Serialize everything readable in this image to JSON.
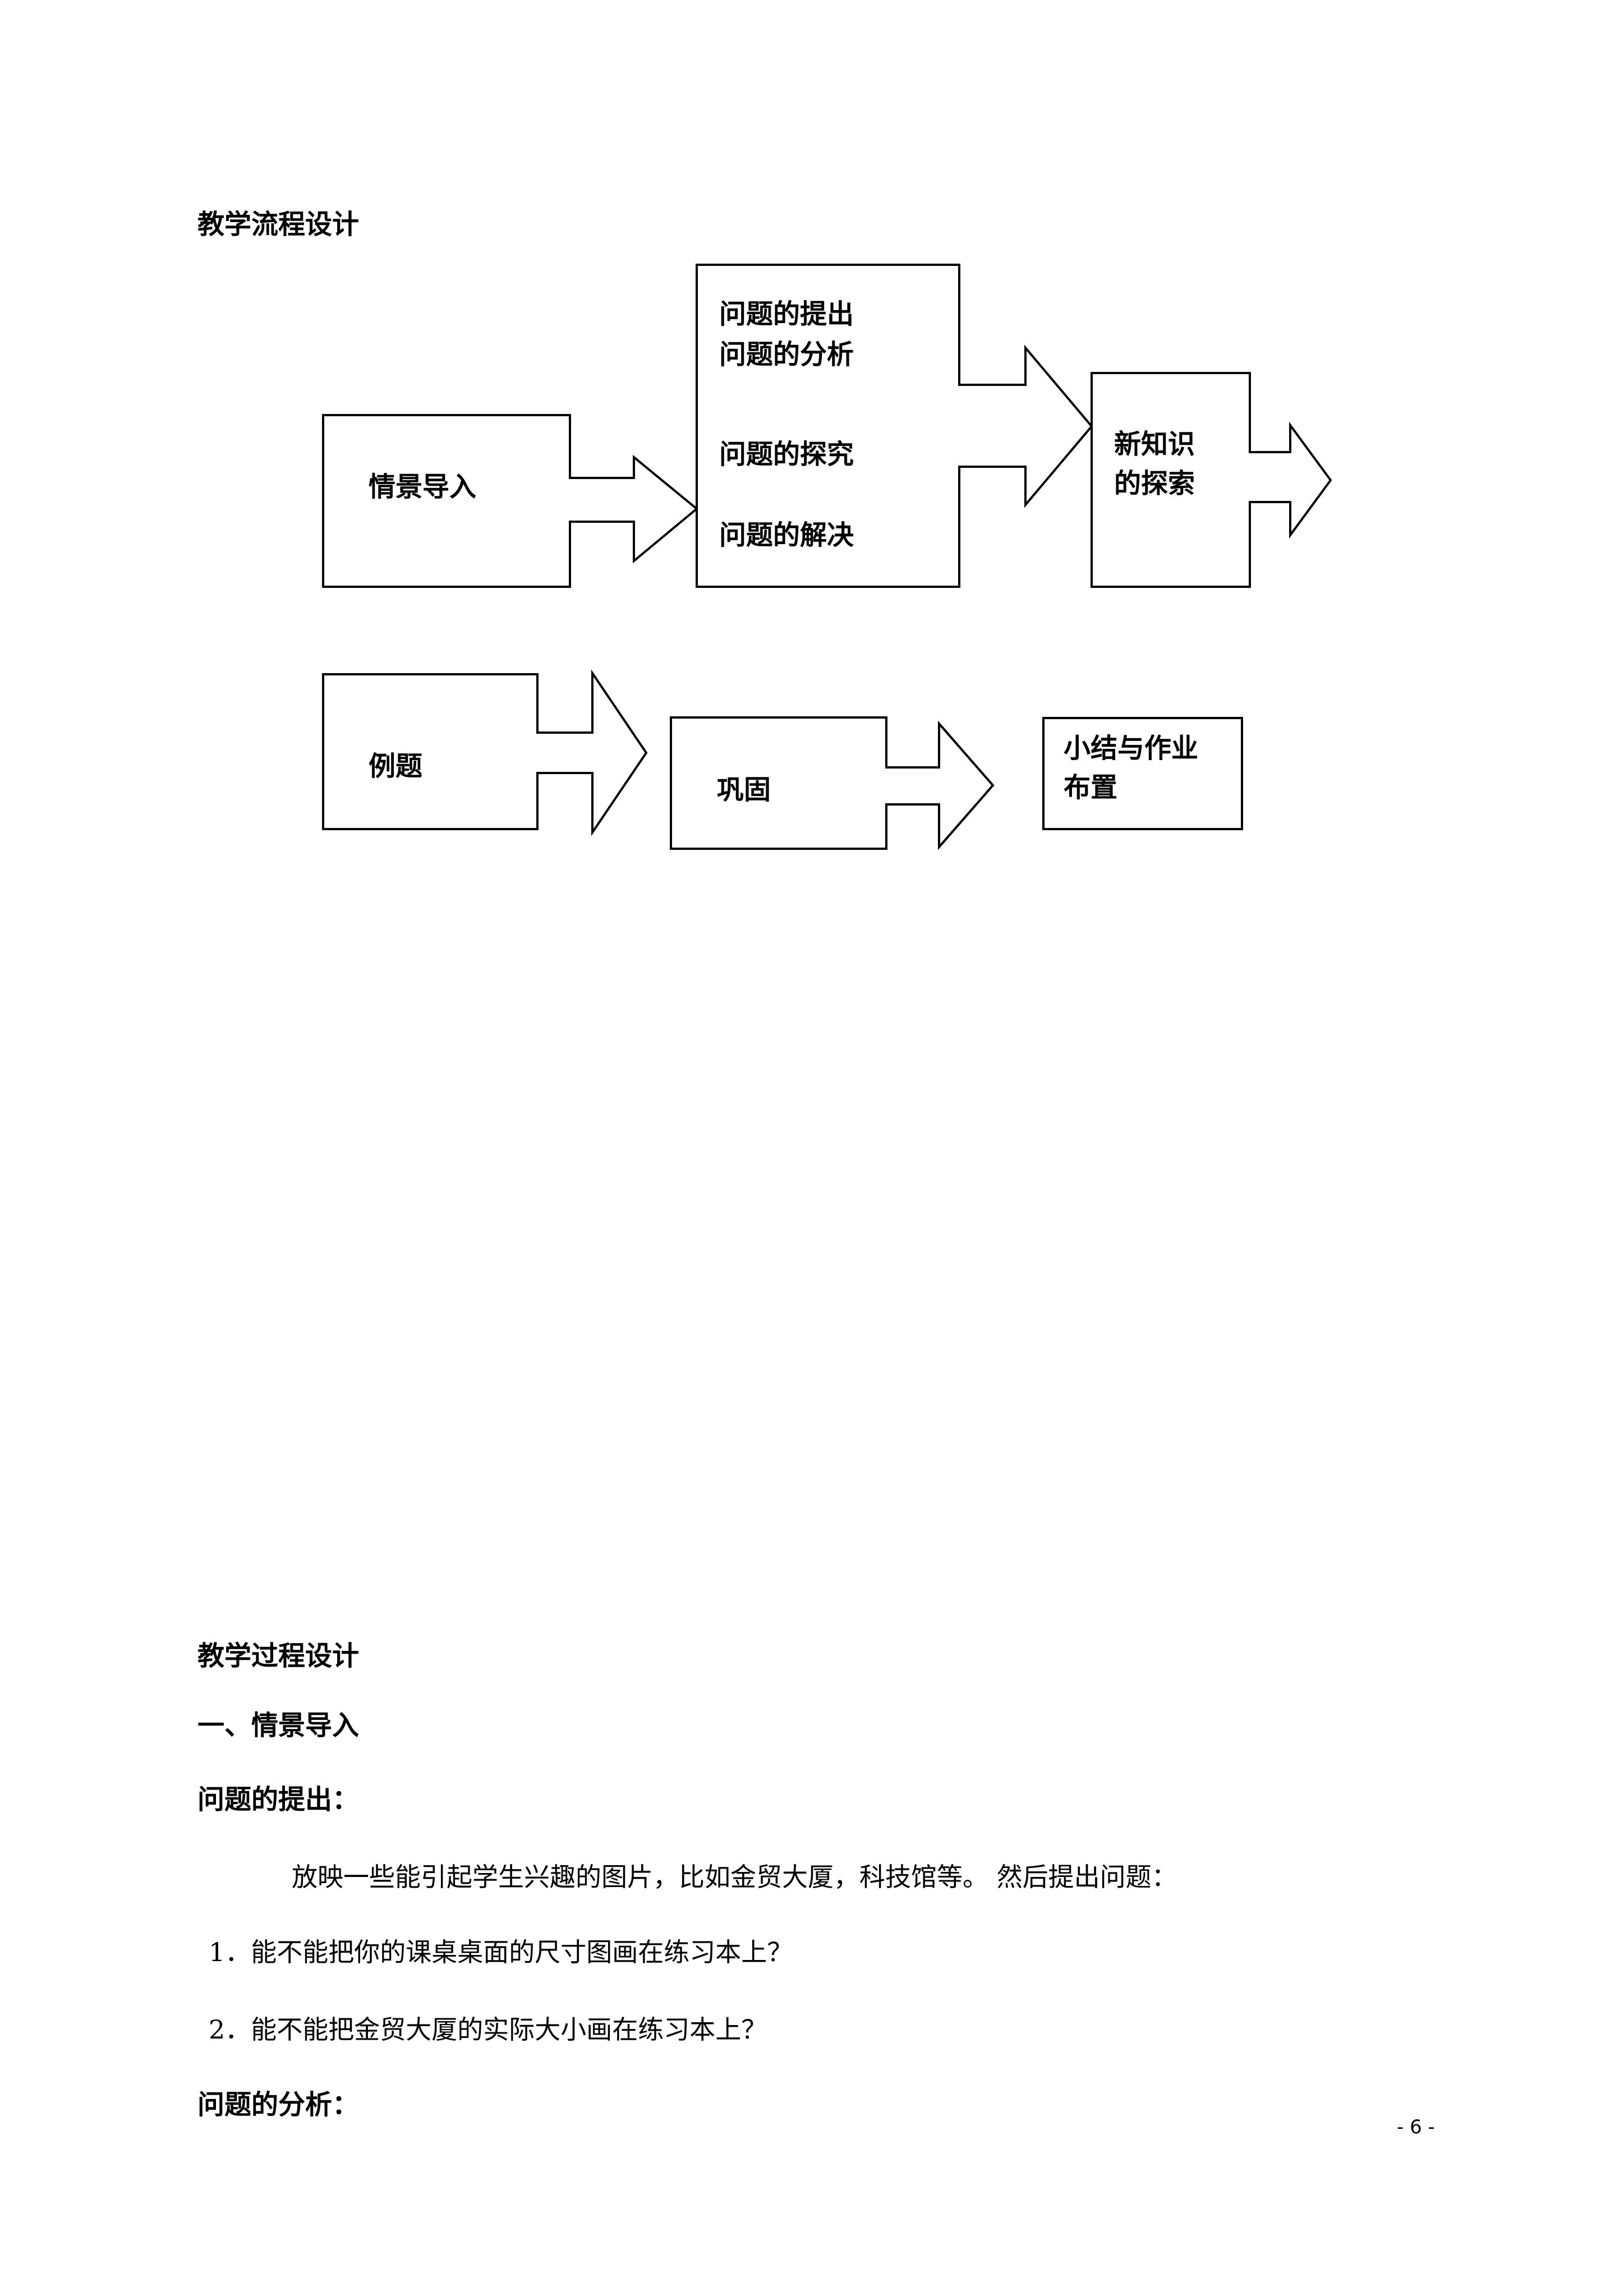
{
  "flow_title": "教学流程设计",
  "flow_boxes": {
    "situation": "情景导入",
    "problem_1": "问题的提出",
    "problem_2": "问题的分析",
    "problem_3": "问题的探究",
    "problem_4": "问题的解决",
    "new_knowledge_1": "新知识",
    "new_knowledge_2": "的探索",
    "example": "例题",
    "consolidate": "巩固",
    "summary_1": "小结与作业",
    "summary_2": "布置"
  },
  "process_title": "教学过程设计",
  "section_1": "一、情景导入",
  "sub_heading_1": "问题的提出：",
  "intro_paragraph": "放映一些能引起学生兴趣的图片，比如金贸大厦，科技馆等。 然后提出问题：",
  "questions": [
    "1．能不能把你的课桌桌面的尺寸图画在练习本上？",
    "2．能不能把金贸大厦的实际大小画在练习本上？"
  ],
  "sub_heading_2": "问题的分析：",
  "page_number": "- 6 -"
}
